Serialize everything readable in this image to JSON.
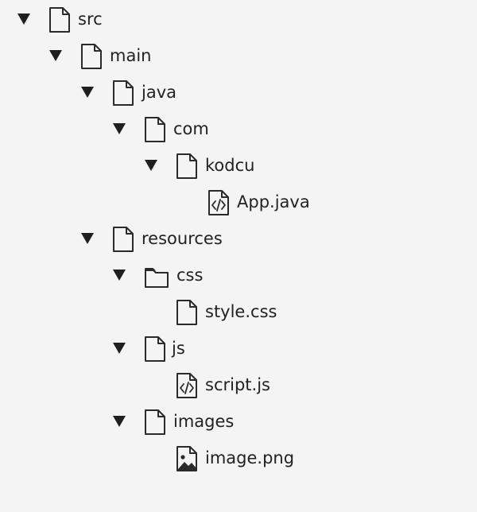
{
  "tree": {
    "items": [
      {
        "label": "src",
        "icon": "file-icon",
        "expanded": true
      },
      {
        "label": "main",
        "icon": "file-icon",
        "expanded": true
      },
      {
        "label": "java",
        "icon": "file-icon",
        "expanded": true
      },
      {
        "label": "com",
        "icon": "file-icon",
        "expanded": true
      },
      {
        "label": "kodcu",
        "icon": "file-icon",
        "expanded": true
      },
      {
        "label": "App.java",
        "icon": "code-file-icon"
      },
      {
        "label": "resources",
        "icon": "file-icon",
        "expanded": true
      },
      {
        "label": "css",
        "icon": "folder-icon",
        "expanded": true
      },
      {
        "label": "style.css",
        "icon": "file-icon"
      },
      {
        "label": "js",
        "icon": "file-icon",
        "expanded": true
      },
      {
        "label": "script.js",
        "icon": "code-file-icon"
      },
      {
        "label": "images",
        "icon": "file-icon",
        "expanded": true
      },
      {
        "label": "image.png",
        "icon": "image-file-icon"
      }
    ]
  }
}
